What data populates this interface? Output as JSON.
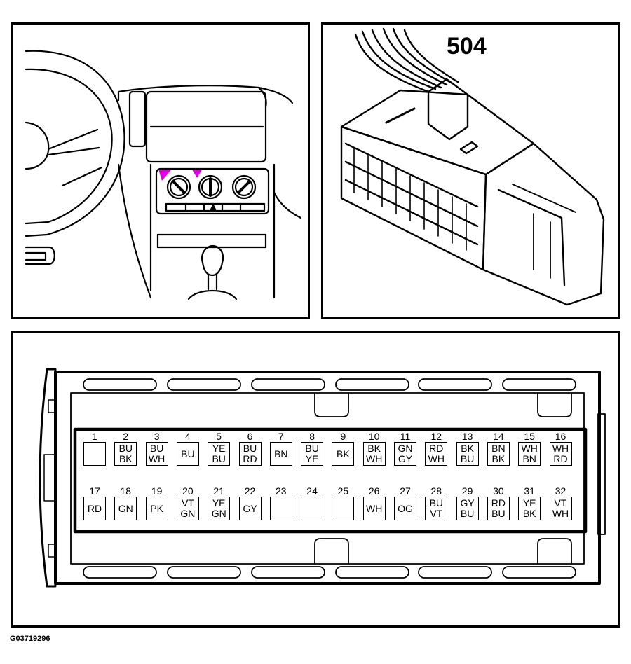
{
  "connector_label": "504",
  "figure_code": "G03719296",
  "highlight_color": "#e000e0",
  "pins_row1": [
    {
      "num": "1",
      "colors": [
        "",
        ""
      ]
    },
    {
      "num": "2",
      "colors": [
        "BU",
        "BK"
      ]
    },
    {
      "num": "3",
      "colors": [
        "BU",
        "WH"
      ]
    },
    {
      "num": "4",
      "colors": [
        "BU",
        ""
      ]
    },
    {
      "num": "5",
      "colors": [
        "YE",
        "BU"
      ]
    },
    {
      "num": "6",
      "colors": [
        "BU",
        "RD"
      ]
    },
    {
      "num": "7",
      "colors": [
        "BN",
        ""
      ]
    },
    {
      "num": "8",
      "colors": [
        "BU",
        "YE"
      ]
    },
    {
      "num": "9",
      "colors": [
        "BK",
        ""
      ]
    },
    {
      "num": "10",
      "colors": [
        "BK",
        "WH"
      ]
    },
    {
      "num": "11",
      "colors": [
        "GN",
        "GY"
      ]
    },
    {
      "num": "12",
      "colors": [
        "RD",
        "WH"
      ]
    },
    {
      "num": "13",
      "colors": [
        "BK",
        "BU"
      ]
    },
    {
      "num": "14",
      "colors": [
        "BN",
        "BK"
      ]
    },
    {
      "num": "15",
      "colors": [
        "WH",
        "BN"
      ]
    },
    {
      "num": "16",
      "colors": [
        "WH",
        "RD"
      ]
    }
  ],
  "pins_row2": [
    {
      "num": "17",
      "colors": [
        "RD",
        ""
      ]
    },
    {
      "num": "18",
      "colors": [
        "GN",
        ""
      ]
    },
    {
      "num": "19",
      "colors": [
        "PK",
        ""
      ]
    },
    {
      "num": "20",
      "colors": [
        "VT",
        "GN"
      ]
    },
    {
      "num": "21",
      "colors": [
        "YE",
        "GN"
      ]
    },
    {
      "num": "22",
      "colors": [
        "GY",
        ""
      ]
    },
    {
      "num": "23",
      "colors": [
        "",
        ""
      ]
    },
    {
      "num": "24",
      "colors": [
        "",
        ""
      ]
    },
    {
      "num": "25",
      "colors": [
        "",
        ""
      ]
    },
    {
      "num": "26",
      "colors": [
        "WH",
        ""
      ]
    },
    {
      "num": "27",
      "colors": [
        "OG",
        ""
      ]
    },
    {
      "num": "28",
      "colors": [
        "BU",
        "VT"
      ]
    },
    {
      "num": "29",
      "colors": [
        "GY",
        "BU"
      ]
    },
    {
      "num": "30",
      "colors": [
        "RD",
        "BU"
      ]
    },
    {
      "num": "31",
      "colors": [
        "YE",
        "BK"
      ]
    },
    {
      "num": "32",
      "colors": [
        "VT",
        "WH"
      ]
    }
  ]
}
